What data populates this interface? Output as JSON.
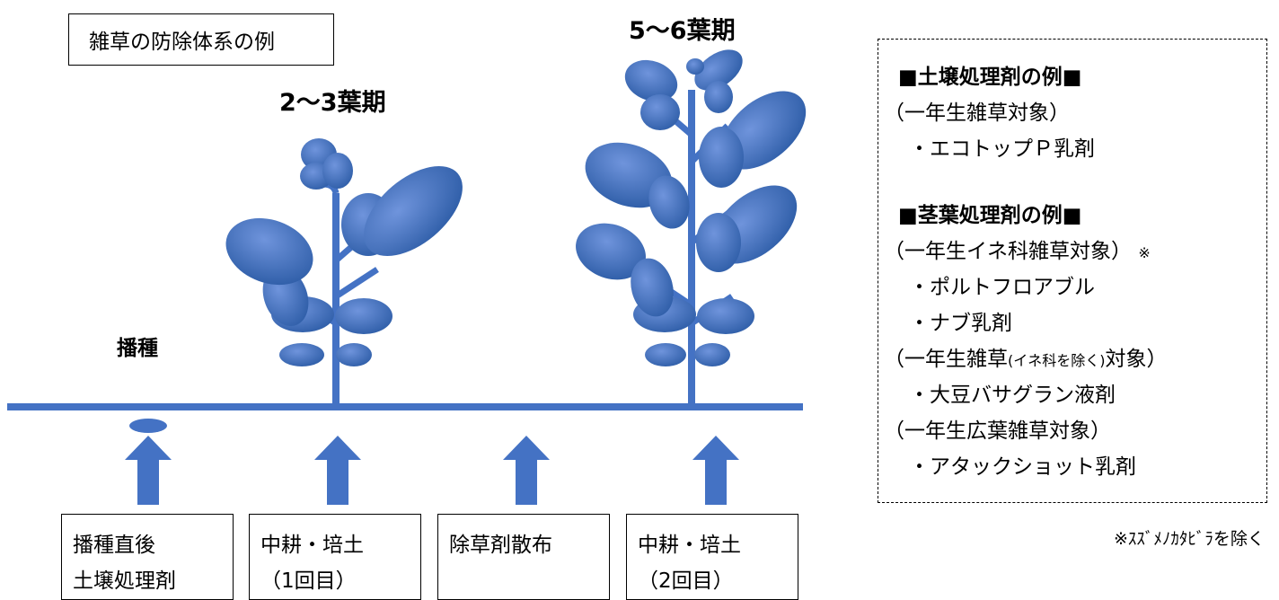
{
  "title": "雑草の防除体系の例",
  "stages": {
    "early": "2〜3葉期",
    "late": "5〜6葉期",
    "sowing": "播種"
  },
  "actions": [
    {
      "line1": "播種直後",
      "line2": "土壌処理剤"
    },
    {
      "line1": "中耕・培土",
      "line2": "（1回目）"
    },
    {
      "line1": "除草剤散布",
      "line2": ""
    },
    {
      "line1": "中耕・培土",
      "line2": "（2回目）"
    }
  ],
  "legend": {
    "soil_header": "■土壌処理剤の例■",
    "soil_target": "（一年生雑草対象）",
    "soil_item": "・エコトップＰ乳剤",
    "foliar_header": "■茎葉処理剤の例■",
    "foliar_target1": "（一年生イネ科雑草対象）",
    "foliar_target1_mark": "※",
    "foliar_item1": "・ポルトフロアブル",
    "foliar_item2": "・ナブ乳剤",
    "foliar_target2_pre": "（一年生雑草",
    "foliar_target2_small": "(イネ科を除く)",
    "foliar_target2_post": "対象）",
    "foliar_item3": "・大豆バサグラン液剤",
    "foliar_target3": "（一年生広葉雑草対象）",
    "foliar_item4": "・アタックショット乳剤"
  },
  "note": "※ｽｽﾞﾒﾉｶﾀﾋﾞﾗを除く",
  "colors": {
    "plant": "#4472c4",
    "plant_dark": "#2f5597"
  }
}
